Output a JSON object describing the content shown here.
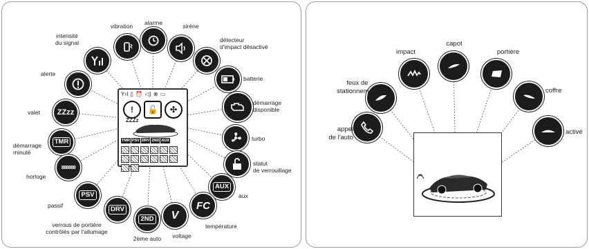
{
  "left_panel": {
    "labels": {
      "vibration": "vibration",
      "alarme": "alarme",
      "sirene": "sirène",
      "intensite": "intensité\ndu signal",
      "detecteur": "détecteur\nd'impact désactivé",
      "alerte": "alerte",
      "batterie": "batterie",
      "demarrage_dispo": "démarrage\ndisponible",
      "valet": "valet",
      "turbo": "turbo",
      "demarrage_minute": "démarrage\nminuté",
      "statut": "statut\nde verrouillage",
      "horloge": "horloge",
      "aux": "aux",
      "passif": "passif",
      "temperature": "température",
      "verrous": "verrous de portière\ncontrôlés par l'allumage",
      "deuxieme_auto": "2ème auto",
      "voltage": "voltage"
    },
    "icon_text": {
      "valet": "ZZzz",
      "tmr": "TMR",
      "horloge": "888888",
      "psv": "PSV",
      "drv": "DRV",
      "snd": "2ND",
      "voltage": "V",
      "fc": "FC",
      "aux": "AUX"
    },
    "lcd": {
      "status_row": "Yıl ▯ ⏰ ◁) ⊗      ▭",
      "zz": "ZZZz",
      "modes": [
        "TMR",
        "PSV",
        "DRV",
        "2ND",
        "AUX"
      ]
    }
  },
  "right_panel": {
    "labels": {
      "impact": "impact",
      "capot": "capot",
      "portiere": "portière",
      "feux": "feux de\nstationnement",
      "coffre": "coffre",
      "appel": "appel\nde l'auto",
      "active": "activé"
    }
  },
  "colors": {
    "icon_bg": "#1c1c1c",
    "line": "#555555",
    "border": "#9a9a9a"
  }
}
